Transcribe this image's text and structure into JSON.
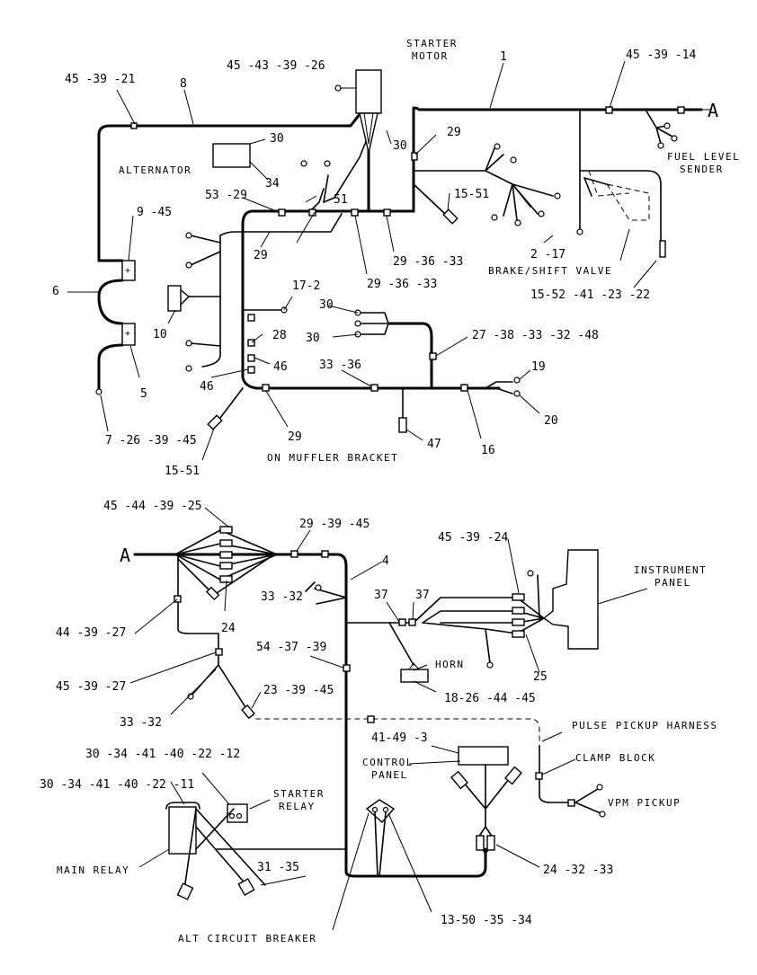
{
  "labels": {
    "starter_motor_1": "STARTER",
    "starter_motor_2": "MOTOR",
    "code_45_43_39_26": "45 -43 -39 -26",
    "code_45_39_21": "45 -39 -21",
    "num_8": "8",
    "num_1": "1",
    "code_45_39_14": "45 -39 -14",
    "letter_a_top": "A",
    "fuel_1": "FUEL LEVEL",
    "fuel_2": "SENDER",
    "num_30_a": "30",
    "num_30_b": "30",
    "num_34": "34",
    "alternator": "ALTERNATOR",
    "num_29_a": "29",
    "code_53_29": "53 -29",
    "num_51": "51",
    "code_15_51_a": "15-51",
    "code_9_45": "9 -45",
    "num_29_b": "29",
    "code_29_36_33_a": "29 -36 -33",
    "code_29_36_33_b": "29 -36 -33",
    "code_2_17": "2 -17",
    "brake_shift": "BRAKE/SHIFT VALVE",
    "code_15_52_41_23_22": "15-52 -41 -23 -22",
    "num_6": "6",
    "num_10": "10",
    "code_17_2": "17-2",
    "num_30_c": "30",
    "num_30_d": "30",
    "num_28": "28",
    "code_27_38_33_32_48": "27 -38 -33 -32 -48",
    "num_5": "5",
    "num_46_a": "46",
    "num_46_b": "46",
    "code_33_36": "33 -36",
    "num_19": "19",
    "num_20": "20",
    "code_7_26_39_45": "7 -26 -39 -45",
    "num_29_c": "29",
    "num_47": "47",
    "num_16": "16",
    "code_15_51_b": "15-51",
    "muffler": "ON MUFFLER BRACKET",
    "code_45_44_39_25": "45 -44 -39 -25",
    "code_29_39_45": "29 -39 -45",
    "letter_a_bottom": "A",
    "num_4": "4",
    "code_45_39_24": "45 -39 -24",
    "instrument_1": "INSTRUMENT",
    "instrument_2": "PANEL",
    "code_33_32_a": "33 -32",
    "num_37_a": "37",
    "num_37_b": "37",
    "code_44_39_27": "44 -39 -27",
    "num_24": "24",
    "code_54_37_39": "54 -37 -39",
    "horn": "HORN",
    "num_25": "25",
    "code_45_39_27": "45 -39 -27",
    "code_18_26_44_45": "18-26 -44 -45",
    "code_23_39_45": "23 -39 -45",
    "code_33_32_b": "33 -32",
    "pulse_pickup": "PULSE PICKUP HARNESS",
    "code_41_49_3": "41-49 -3",
    "code_30_34_41_40_22_12": "30 -34 -41 -40 -22 -12",
    "control_1": "CONTROL",
    "control_2": "PANEL",
    "clamp_block": "CLAMP BLOCK",
    "code_30_34_41_40_22_11": "30 -34 -41 -40 -22 -11",
    "starter_relay_1": "STARTER",
    "starter_relay_2": "RELAY",
    "vpm_pickup": "VPM PICKUP",
    "main_relay": "MAIN RELAY",
    "code_31_35": "31 -35",
    "code_24_32_33": "24 -32 -33",
    "code_13_50_35_34": "13-50 -35 -34",
    "alt_breaker": "ALT CIRCUIT BREAKER"
  }
}
